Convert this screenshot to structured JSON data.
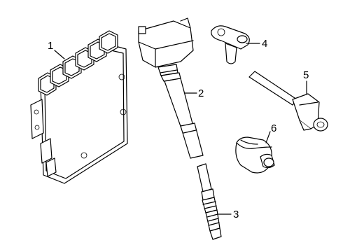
{
  "callouts": [
    {
      "id": "ecm",
      "label": "1"
    },
    {
      "id": "ignition-coil",
      "label": "2"
    },
    {
      "id": "spark-plug",
      "label": "3"
    },
    {
      "id": "camshaft-sensor",
      "label": "4"
    },
    {
      "id": "knock-sensor",
      "label": "5"
    },
    {
      "id": "crankshaft-sensor",
      "label": "6"
    }
  ]
}
